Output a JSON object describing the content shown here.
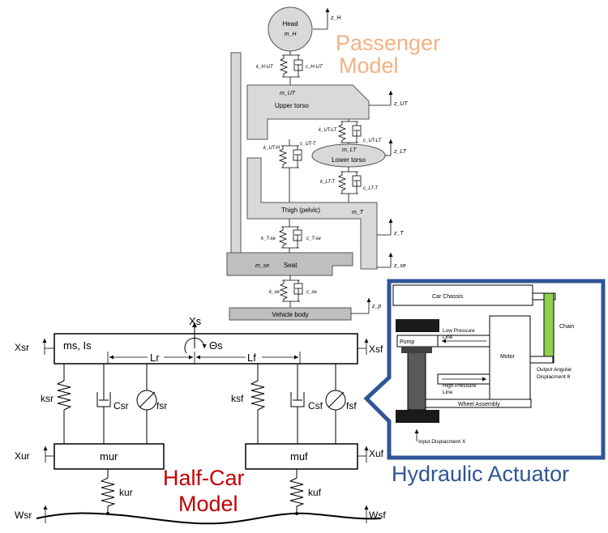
{
  "passenger": {
    "title_line1": "Passenger",
    "title_line2": "Model",
    "title_color": "#f4b183",
    "head": "Head",
    "m_H": "m_H",
    "z_H": "z_H",
    "k_HUT": "k_H-UT",
    "c_HUT": "c_H-UT",
    "m_UT": "m_UT",
    "upper_torso": "Upper torso",
    "z_UT": "z_UT",
    "k_UTLT": "k_UT-LT",
    "c_UTLT": "c_UT-LT",
    "k_UTH": "k_UT-H",
    "c_UTT": "c_UT-T",
    "m_LT": "m_LT",
    "lower_torso": "Lower torso",
    "z_LT": "z_LT",
    "k_LTT": "k_LT-T",
    "c_LTT": "c_LT-T",
    "thigh": "Thigh (pelvic)",
    "m_T": "m_T",
    "z_T": "z_T",
    "k_Tse": "k_T-se",
    "c_Tse": "c_T-se",
    "m_se": "m_se",
    "seat": "Seat",
    "z_se": "z_se",
    "k_se": "k_se",
    "c_se": "c_se",
    "vehicle_body": "Vehicle body",
    "z_p": "z_p"
  },
  "halfcar": {
    "title_line1": "Half-Car",
    "title_line2": "Model",
    "title_color": "#c00000",
    "Xs": "Xs",
    "theta_s": "Θs",
    "Xsr": "Xsr",
    "Xsf": "Xsf",
    "ms_Is": "ms, Is",
    "Lr": "Lr",
    "Lf": "Lf",
    "ksr": "ksr",
    "Csr": "Csr",
    "fsr": "fsr",
    "ksf": "ksf",
    "Csf": "Csf",
    "fsf": "fsf",
    "Xur": "Xur",
    "Xuf": "Xuf",
    "mur": "mur",
    "muf": "muf",
    "kur": "kur",
    "kuf": "kuf",
    "Wsr": "Wsr",
    "Wsf": "Wsf"
  },
  "actuator": {
    "title": "Hydraulic Actuator",
    "title_color": "#2f5597",
    "frame_color": "#2f5597",
    "car_chassis": "Car Chassis",
    "chain": "Chain",
    "low_pressure_line1": "Low Pressure",
    "low_pressure_line2": "Line",
    "pump": "Pump",
    "motor": "Motor",
    "high_pressure_line1": "High Pressure",
    "high_pressure_line2": "Line",
    "output_line1": "Output Angular",
    "output_line2": "Displacment θ",
    "wheel_assembly": "Wheel Assembly",
    "input_disp": "Input Displacment X",
    "chain_color": "#92d050"
  }
}
